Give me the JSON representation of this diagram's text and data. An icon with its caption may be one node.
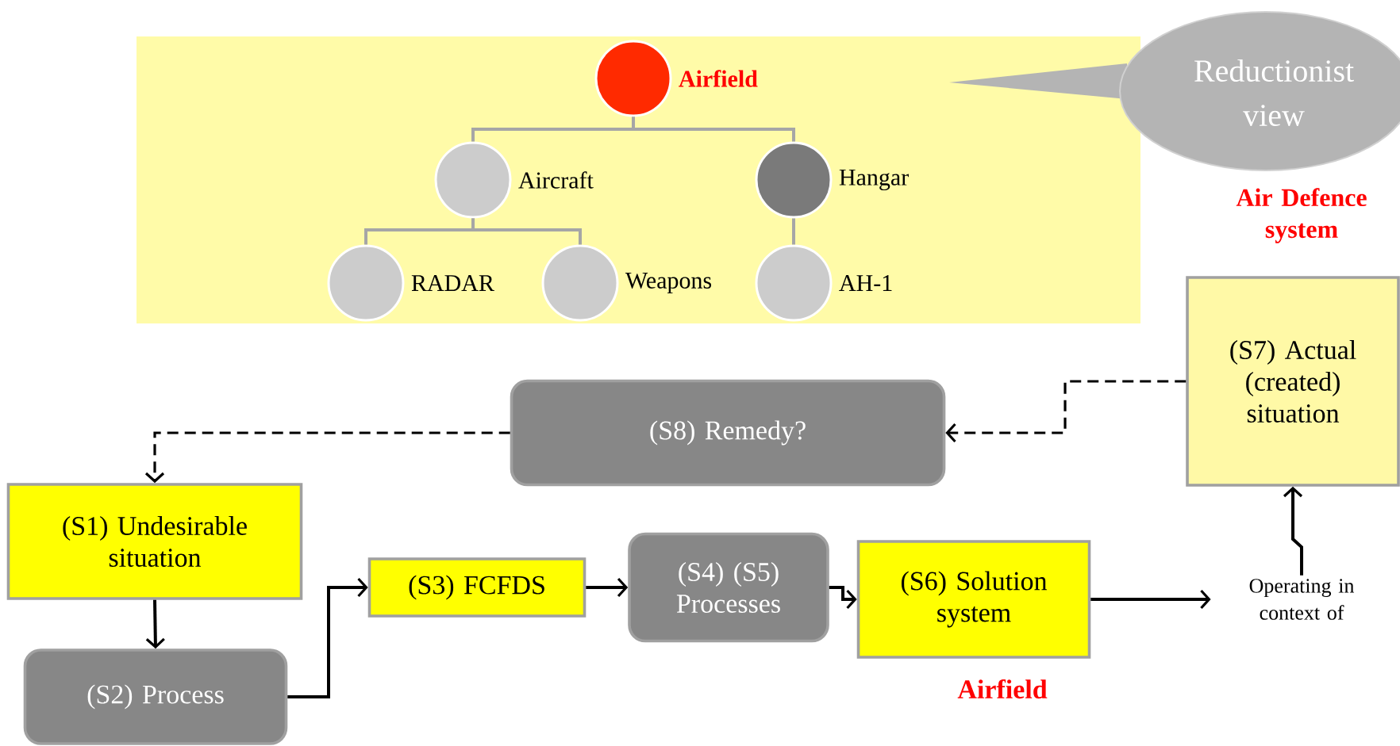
{
  "diagram": {
    "nodes": [
      {
        "text": [],
        "shape": "box"
      },
      {
        "text": [
          "Airfield"
        ],
        "in": 0
      },
      {
        "text": [
          "Aircraft"
        ],
        "in": 0
      },
      {
        "text": [
          "Hangar"
        ],
        "in": 0
      },
      {
        "text": [
          "RADAR"
        ],
        "in": 0
      },
      {
        "text": [
          "Weapons"
        ],
        "in": 0
      },
      {
        "text": [
          "AH-1"
        ],
        "in": 0
      },
      {
        "text": [
          "Reductionist view"
        ]
      },
      {
        "text": [
          "(S8) Remedy?"
        ]
      },
      {
        "text": [
          "(S1) Undesirable situation"
        ]
      },
      {
        "text": [
          "(S2) Process"
        ]
      },
      {
        "text": [
          "(S3) FCFDS"
        ]
      },
      {
        "text": [
          "(S4) (S5) Processes"
        ]
      },
      {
        "text": [
          "(S6) Solution system"
        ],
        "beside": [
          "Airfield"
        ]
      },
      {
        "text": [
          "Operating in context of"
        ]
      },
      {
        "text": [
          "(S7) Actual (created) situation"
        ]
      }
    ],
    "edges": [
      {
        "from": 1,
        "to": 2,
        "arrow": "none",
        "color": "#a6a6a6"
      },
      {
        "from": 1,
        "to": 3,
        "arrow": "none",
        "color": "#a6a6a6"
      },
      {
        "from": 2,
        "to": 4,
        "arrow": "none",
        "color": "#a6a6a6"
      },
      {
        "from": 2,
        "to": 5,
        "arrow": "none",
        "color": "#a6a6a6"
      },
      {
        "from": 3,
        "to": 6,
        "arrow": "none",
        "color": "#a6a6a6"
      },
      {
        "from": 15,
        "to": 8,
        "arrow": "to",
        "style": "dashed"
      },
      {
        "from": 8,
        "to": 9,
        "arrow": "to",
        "style": "dashed"
      },
      {
        "from": 9,
        "to": 10,
        "arrow": "to"
      },
      {
        "from": 10,
        "to": 11,
        "arrow": "to"
      },
      {
        "from": 11,
        "to": 12,
        "arrow": "to"
      },
      {
        "from": 12,
        "to": 13,
        "arrow": "to"
      },
      {
        "from": 13,
        "to": 14,
        "arrow": "to"
      },
      {
        "from": 14,
        "to": 15,
        "arrow": "to"
      }
    ],
    "labels": [
      "Air Defence system"
    ]
  }
}
